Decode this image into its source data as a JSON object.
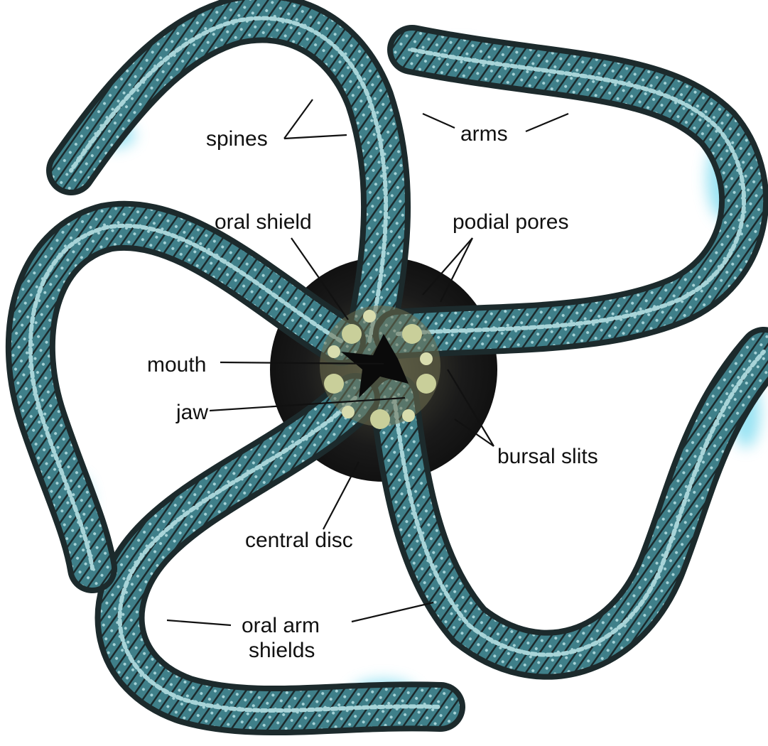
{
  "colors": {
    "arm_dark": "#1c2a2c",
    "arm_mid": "#3f7f89",
    "arm_light": "#8fc6cc",
    "glow": "#7fdcf0",
    "disc": "#181818",
    "center_plates": "#c9cf9a",
    "text": "#111111"
  },
  "labels": {
    "spines": "spines",
    "arms": "arms",
    "oral_shield": "oral shield",
    "podial_pores": "podial pores",
    "mouth": "mouth",
    "jaw": "jaw",
    "bursal_slits": "bursal slits",
    "central_disc": "central disc",
    "oral_arm_line1": "oral arm",
    "oral_arm_line2": "shields"
  }
}
